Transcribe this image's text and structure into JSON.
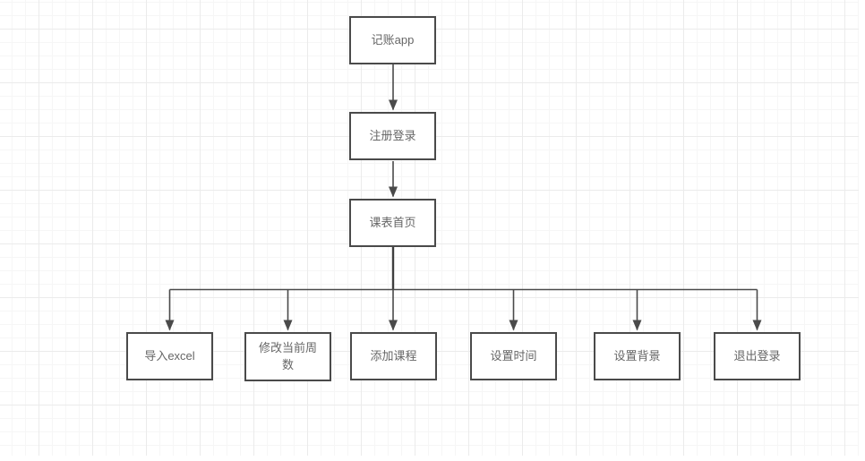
{
  "diagram": {
    "type": "flowchart",
    "stroke_color": "#4a4a4a",
    "text_color": "#666666",
    "background": "#ffffff",
    "nodes": [
      {
        "id": "bookkeeping-app",
        "label": "记账app"
      },
      {
        "id": "register-login",
        "label": "注册登录"
      },
      {
        "id": "timetable-home",
        "label": "课表首页"
      },
      {
        "id": "import-excel",
        "label": "导入excel"
      },
      {
        "id": "edit-current-week",
        "label": "修改当前周数"
      },
      {
        "id": "add-course",
        "label": "添加课程"
      },
      {
        "id": "set-time",
        "label": "设置时间"
      },
      {
        "id": "set-background",
        "label": "设置背景"
      },
      {
        "id": "logout",
        "label": "退出登录"
      }
    ],
    "edges": [
      {
        "from": "bookkeeping-app",
        "to": "register-login"
      },
      {
        "from": "register-login",
        "to": "timetable-home"
      },
      {
        "from": "timetable-home",
        "to": "import-excel"
      },
      {
        "from": "timetable-home",
        "to": "edit-current-week"
      },
      {
        "from": "timetable-home",
        "to": "add-course"
      },
      {
        "from": "timetable-home",
        "to": "set-time"
      },
      {
        "from": "timetable-home",
        "to": "set-background"
      },
      {
        "from": "timetable-home",
        "to": "logout"
      }
    ]
  }
}
